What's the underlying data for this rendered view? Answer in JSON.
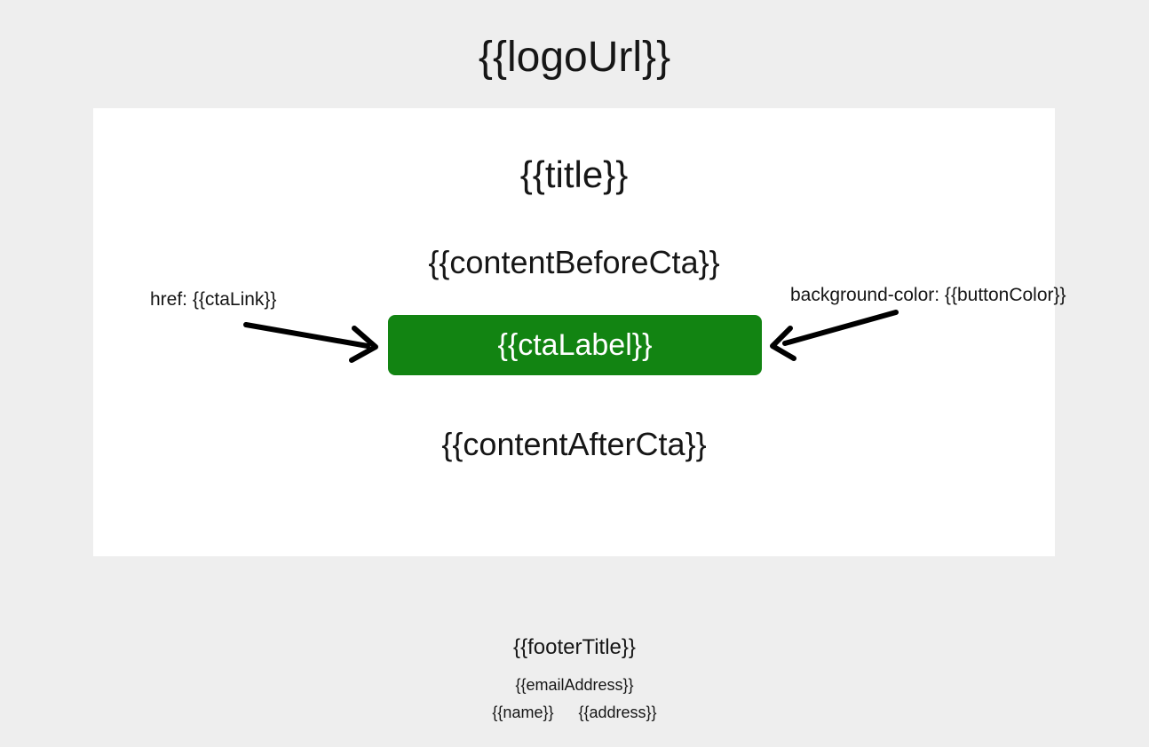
{
  "page": {
    "background_color": "#eeeeee"
  },
  "header": {
    "logo_placeholder": "{{logoUrl}}"
  },
  "email_card": {
    "background_color": "#ffffff",
    "title_placeholder": "{{title}}",
    "content_before_cta_placeholder": "{{contentBeforeCta}}",
    "cta": {
      "label_placeholder": "{{ctaLabel}}",
      "background_color": "#128412",
      "text_color": "#ffffff"
    },
    "content_after_cta_placeholder": "{{contentAfterCta}}"
  },
  "annotations": {
    "cta_link": "href: {{ctaLink}}",
    "button_color": "background-color: {{buttonColor}}",
    "arrow_color": "#000000"
  },
  "footer": {
    "title_placeholder": "{{footerTitle}}",
    "email_address_placeholder": "{{emailAddress}}",
    "name_placeholder": "{{name}}",
    "address_placeholder": "{{address}}"
  }
}
